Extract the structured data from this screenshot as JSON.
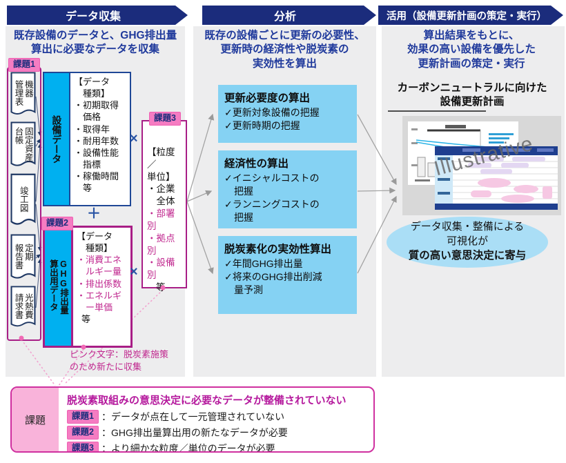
{
  "colors": {
    "header_navy": "#1b2c7c",
    "desc_blue": "#203a9c",
    "cyan": "#00b0f0",
    "analysis_blue": "#85d2f3",
    "ellipse_blue": "#aadef6",
    "badge_pink": "#f57cc2",
    "magenta_border": "#a81e86",
    "magenta_text": "#c0288f",
    "panel_gray": "#ededee"
  },
  "phases": [
    {
      "title": "データ収集",
      "desc": "既存設備のデータと、GHG排出量\n算出に必要なデータを収集"
    },
    {
      "title": "分析",
      "desc": "既存の設備ごとに更新の必要性、\n更新時の経済性や脱炭素の\n実効性を算出"
    },
    {
      "title": "活用（設備更新計画の策定・実行）",
      "desc": "算出結果をもとに、\n効果の高い設備を優先した\n更新計画の策定・実行"
    }
  ],
  "collect": {
    "issue1_badge": "課題1",
    "issue2_badge": "課題2",
    "issue3_badge": "課題3",
    "sources": [
      "機器\n管理表",
      "固定資産\n台帳",
      "竣工図",
      "定期\n報告書",
      "光熱費\n請求書"
    ],
    "equipment": {
      "band": "設備データ",
      "types": "【データ\n　種類】\n・初期取得\n　価格\n・取得年\n・耐用年数\n・設備性能\n　指標\n・稼働時間\n　等"
    },
    "plus_operator": "＋",
    "times_operator_1": "×",
    "times_operator_2": "×",
    "ghg": {
      "band": "GHG排出量\n算出用データ",
      "types_head": "【データ\n　種類】",
      "types_pink": "・消費エネ\n　ルギー量\n・排出係数\n・エネルギ\n　ー単価",
      "types_tail": "等"
    },
    "granularity": {
      "head": "【粒度／\n単位】",
      "item_black": "・企業\n　全体",
      "items_pink": "・部署別\n・拠点別\n・設備別",
      "tail": "等"
    },
    "pink_note": "ピンク文字：脱炭素施策\nのため新たに収集"
  },
  "analysis": {
    "boxes": [
      {
        "title": "更新必要度の算出",
        "items": "✓更新対象設備の把握\n✓更新時期の把握"
      },
      {
        "title": "経済性の算出",
        "items": "✓イニシャルコストの\n　把握\n✓ランニングコストの\n　把握"
      },
      {
        "title": "脱炭素化の実効性算出",
        "items": "✓年間GHG排出量\n✓将来のGHG排出削減\n　量予測"
      }
    ]
  },
  "plan": {
    "title": "カーボンニュートラルに向けた\n設備更新計画",
    "watermark": "Illustrative",
    "ellipse_lines": "データ収集・整備による\n可視化が",
    "ellipse_bold": "質の高い意思決定に寄与"
  },
  "issues": {
    "label": "課題",
    "title": "脱炭素取組みの意思決定に必要なデータが整備されていない",
    "rows": [
      {
        "badge": "課題1",
        "text": "：データが点在して一元管理されていない"
      },
      {
        "badge": "課題2",
        "text": "：GHG排出量算出用の新たなデータが必要"
      },
      {
        "badge": "課題3",
        "text": "：より細かな粒度／単位のデータが必要"
      }
    ]
  }
}
